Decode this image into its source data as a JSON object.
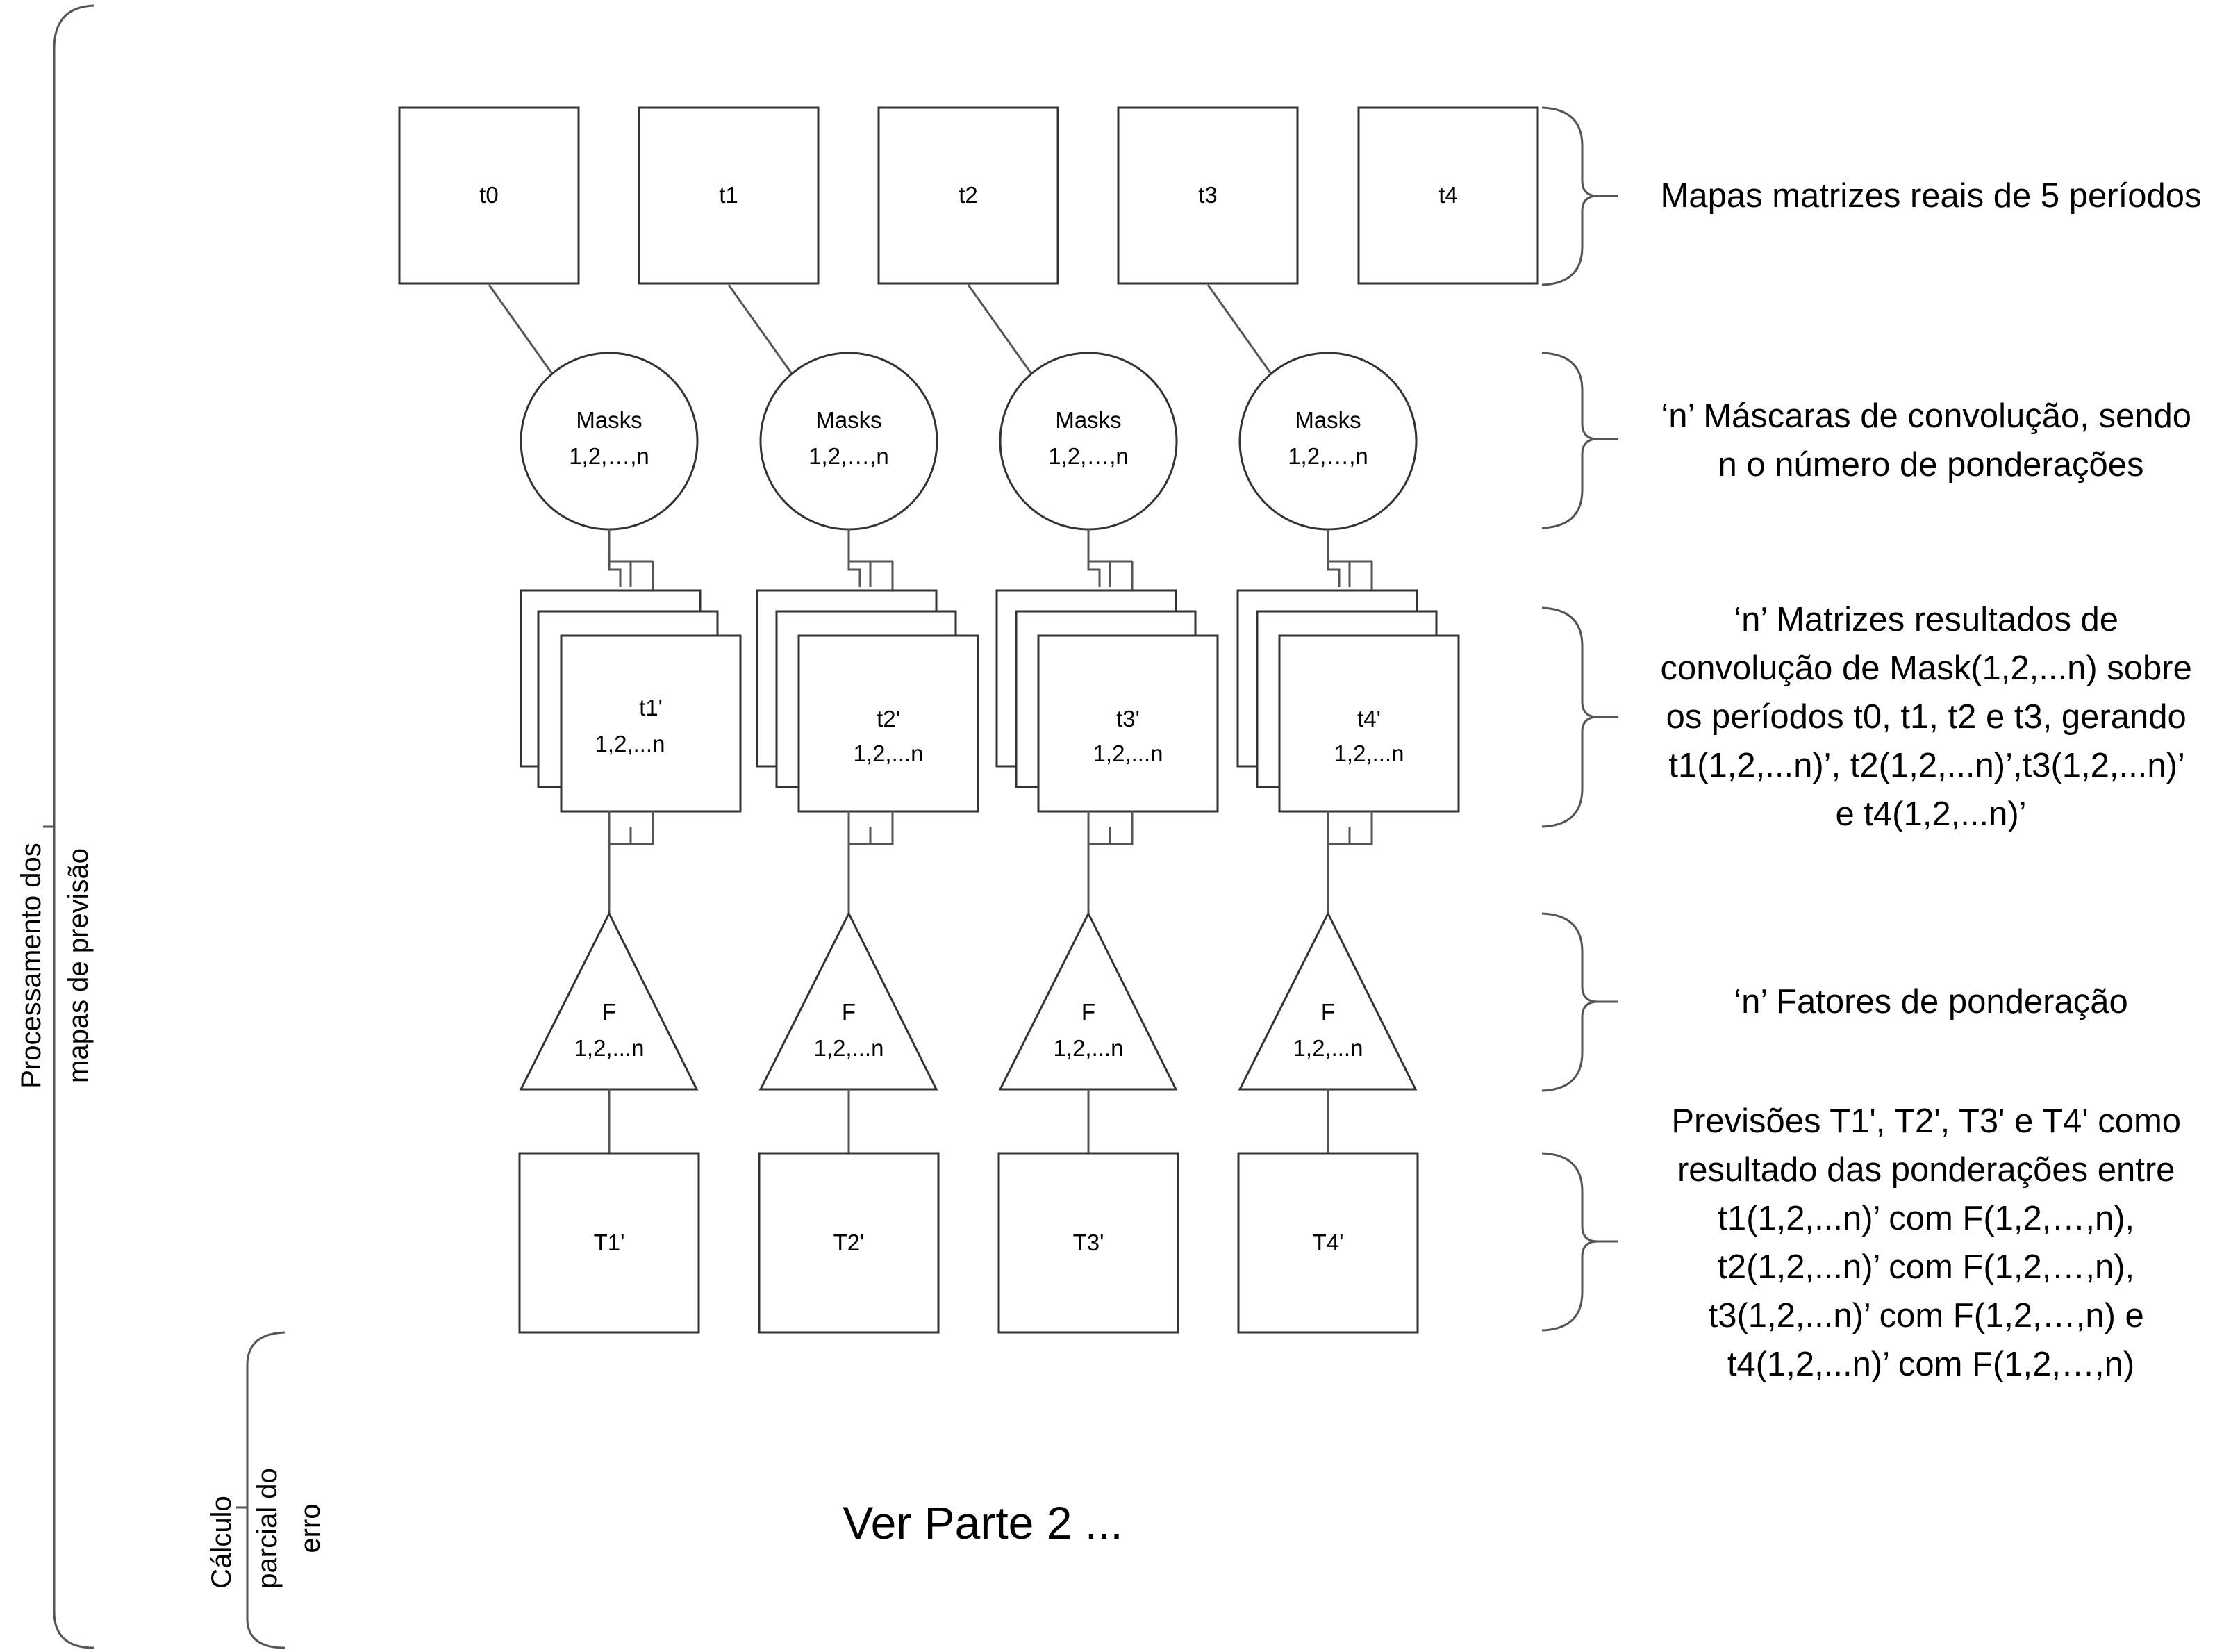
{
  "periods": [
    {
      "label": "t0"
    },
    {
      "label": "t1"
    },
    {
      "label": "t2"
    },
    {
      "label": "t3"
    },
    {
      "label": "t4"
    }
  ],
  "columns": [
    {
      "mask_title": "Masks",
      "mask_sub": "1,2,…,n",
      "matrix_title": "t1'",
      "matrix_sub": "1,2,...n",
      "factor_title": "F",
      "factor_sub": "1,2,...n",
      "prediction": "T1'"
    },
    {
      "mask_title": "Masks",
      "mask_sub": "1,2,…,n",
      "matrix_title": "t2'",
      "matrix_sub": "1,2,...n",
      "factor_title": "F",
      "factor_sub": "1,2,...n",
      "prediction": "T2'"
    },
    {
      "mask_title": "Masks",
      "mask_sub": "1,2,…,n",
      "matrix_title": "t3'",
      "matrix_sub": "1,2,...n",
      "factor_title": "F",
      "factor_sub": "1,2,...n",
      "prediction": "T3'"
    },
    {
      "mask_title": "Masks",
      "mask_sub": "1,2,…,n",
      "matrix_title": "t4'",
      "matrix_sub": "1,2,...n",
      "factor_title": "F",
      "factor_sub": "1,2,...n",
      "prediction": "T4'"
    }
  ],
  "descriptions": {
    "periods": [
      "Mapas matrizes reais de 5 períodos"
    ],
    "masks": [
      "‘n’ Máscaras de convolução, sendo",
      "n o número de ponderações"
    ],
    "matrices": [
      "‘n’ Matrizes resultados de",
      "convolução de Mask(1,2,...n) sobre",
      "os períodos t0, t1, t2 e t3, gerando",
      "t1(1,2,...n)’, t2(1,2,...n)’,t3(1,2,...n)’",
      "e t4(1,2,...n)’"
    ],
    "factors": [
      "‘n’ Fatores de ponderação"
    ],
    "predictions": [
      "Previsões T1', T2', T3' e T4' como",
      "resultado das ponderações entre",
      "t1(1,2,...n)’ com F(1,2,…,n),",
      "t2(1,2,...n)’ com F(1,2,…,n),",
      "t3(1,2,...n)’ com F(1,2,…,n) e",
      "t4(1,2,...n)’ com F(1,2,…,n)"
    ]
  },
  "side_labels": {
    "processing": [
      "Processamento dos",
      "mapas de previsão"
    ],
    "error_left": "Cálculo",
    "error_right": [
      "parcial do",
      "erro"
    ]
  },
  "footer": "Ver Parte 2 ..."
}
